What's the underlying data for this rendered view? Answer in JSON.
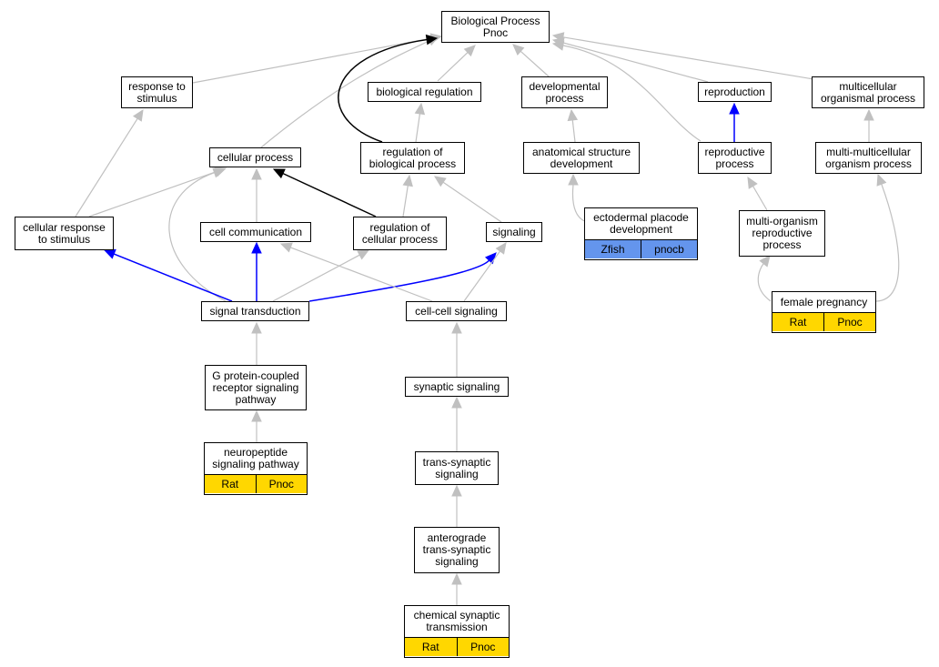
{
  "colors": {
    "gray": "#c0c0c0",
    "black": "#000000",
    "blue": "#0000ff",
    "gold": "#ffd700",
    "cornflower": "#6495ed"
  },
  "nodes": {
    "root": {
      "label": "Biological Process\nPnoc"
    },
    "response": {
      "label": "response to\nstimulus"
    },
    "bioreg": {
      "label": "biological regulation"
    },
    "dev": {
      "label": "developmental\nprocess"
    },
    "repro": {
      "label": "reproduction"
    },
    "multi": {
      "label": "multicellular\norganismal process"
    },
    "cellproc": {
      "label": "cellular process"
    },
    "regbio": {
      "label": "regulation of\nbiological process"
    },
    "anat": {
      "label": "anatomical structure\ndevelopment"
    },
    "reproproc": {
      "label": "reproductive\nprocess"
    },
    "multimulti": {
      "label": "multi-multicellular\norganism process"
    },
    "cellresp": {
      "label": "cellular response\nto stimulus"
    },
    "cellcomm": {
      "label": "cell communication"
    },
    "regcell": {
      "label": "regulation of\ncellular process"
    },
    "signaling": {
      "label": "signaling"
    },
    "ecto": {
      "label": "ectodermal placode\ndevelopment",
      "annotations": [
        "Zfish",
        "pnocb"
      ]
    },
    "multiorg": {
      "label": "multi-organism\nreproductive\nprocess"
    },
    "sigtrans": {
      "label": "signal transduction"
    },
    "cellcell": {
      "label": "cell-cell signaling"
    },
    "female": {
      "label": "female pregnancy",
      "annotations": [
        "Rat",
        "Pnoc"
      ]
    },
    "gpcr": {
      "label": "G protein-coupled\nreceptor signaling\npathway"
    },
    "synaptic": {
      "label": "synaptic signaling"
    },
    "neuropep": {
      "label": "neuropeptide\nsignaling pathway",
      "annotations": [
        "Rat",
        "Pnoc"
      ]
    },
    "transsyn": {
      "label": "trans-synaptic\nsignaling"
    },
    "antero": {
      "label": "anterograde\ntrans-synaptic\nsignaling"
    },
    "chemsyn": {
      "label": "chemical synaptic\ntransmission",
      "annotations": [
        "Rat",
        "Pnoc"
      ]
    }
  },
  "edges": [
    {
      "from": "response",
      "to": "root",
      "color": "gray"
    },
    {
      "from": "bioreg",
      "to": "root",
      "color": "gray"
    },
    {
      "from": "dev",
      "to": "root",
      "color": "gray"
    },
    {
      "from": "repro",
      "to": "root",
      "color": "gray"
    },
    {
      "from": "multi",
      "to": "root",
      "color": "gray"
    },
    {
      "from": "cellproc",
      "to": "root",
      "color": "gray"
    },
    {
      "from": "regbio",
      "to": "root",
      "color": "black"
    },
    {
      "from": "reproproc",
      "to": "root",
      "color": "gray"
    },
    {
      "from": "regbio",
      "to": "bioreg",
      "color": "gray"
    },
    {
      "from": "anat",
      "to": "dev",
      "color": "gray"
    },
    {
      "from": "reproproc",
      "to": "repro",
      "color": "blue"
    },
    {
      "from": "multimulti",
      "to": "multi",
      "color": "gray"
    },
    {
      "from": "cellresp",
      "to": "response",
      "color": "gray"
    },
    {
      "from": "cellresp",
      "to": "cellproc",
      "color": "gray"
    },
    {
      "from": "cellcomm",
      "to": "cellproc",
      "color": "gray"
    },
    {
      "from": "regcell",
      "to": "cellproc",
      "color": "black"
    },
    {
      "from": "sigtrans",
      "to": "cellproc",
      "color": "gray"
    },
    {
      "from": "regcell",
      "to": "regbio",
      "color": "gray"
    },
    {
      "from": "signaling",
      "to": "regbio",
      "color": "gray"
    },
    {
      "from": "ecto",
      "to": "anat",
      "color": "gray"
    },
    {
      "from": "multiorg",
      "to": "reproproc",
      "color": "gray"
    },
    {
      "from": "female",
      "to": "multiorg",
      "color": "gray"
    },
    {
      "from": "female",
      "to": "multimulti",
      "color": "gray"
    },
    {
      "from": "sigtrans",
      "to": "cellresp",
      "color": "blue"
    },
    {
      "from": "sigtrans",
      "to": "cellcomm",
      "color": "blue"
    },
    {
      "from": "sigtrans",
      "to": "regcell",
      "color": "gray"
    },
    {
      "from": "sigtrans",
      "to": "signaling",
      "color": "blue"
    },
    {
      "from": "cellcell",
      "to": "cellcomm",
      "color": "gray"
    },
    {
      "from": "cellcell",
      "to": "signaling",
      "color": "gray"
    },
    {
      "from": "gpcr",
      "to": "sigtrans",
      "color": "gray"
    },
    {
      "from": "neuropep",
      "to": "gpcr",
      "color": "gray"
    },
    {
      "from": "synaptic",
      "to": "cellcell",
      "color": "gray"
    },
    {
      "from": "transsyn",
      "to": "synaptic",
      "color": "gray"
    },
    {
      "from": "antero",
      "to": "transsyn",
      "color": "gray"
    },
    {
      "from": "chemsyn",
      "to": "antero",
      "color": "gray"
    }
  ]
}
